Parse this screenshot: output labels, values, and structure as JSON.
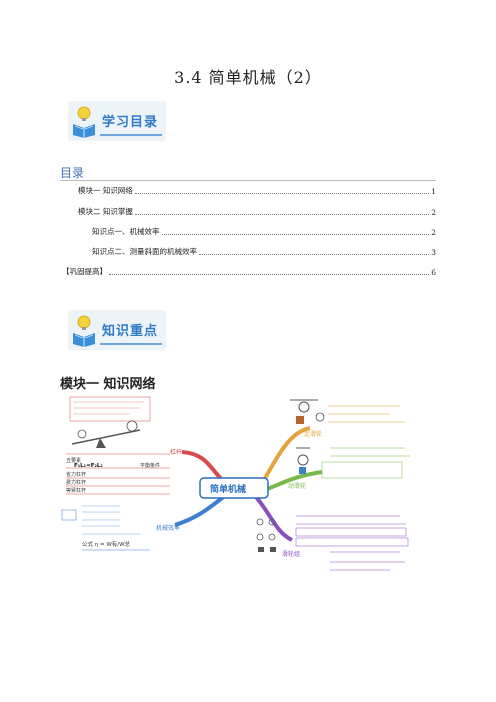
{
  "title": "3.4  简单机械（2）",
  "banner1": "学习目录",
  "toc": {
    "heading": "目录",
    "items": [
      {
        "label": "模块一  知识网络",
        "page": "1"
      },
      {
        "label": "模块二  知识掌握",
        "page": "2"
      },
      {
        "label": "知识点一、机械效率",
        "page": "2"
      },
      {
        "label": "知识点二、测量斜面的机械效率",
        "page": "3"
      },
      {
        "label": "【巩固提高】",
        "page": "6"
      }
    ]
  },
  "banner2": "知识重点",
  "section_heading": "模块一  知识网络",
  "mindmap": {
    "center": "简单机械",
    "branches": {
      "lever": "杠杆",
      "fixed_pulley": "定滑轮",
      "movable_pulley": "动滑轮",
      "efficiency": "机械效率",
      "pulley_group": "滑轮组"
    },
    "lever_notes": [
      "五要素",
      "F₁L₁=F₂L₂",
      "平衡条件",
      "省力杠杆",
      "费力杠杆",
      "等臂杠杆"
    ],
    "formula": "公式  η = W有/W总"
  }
}
